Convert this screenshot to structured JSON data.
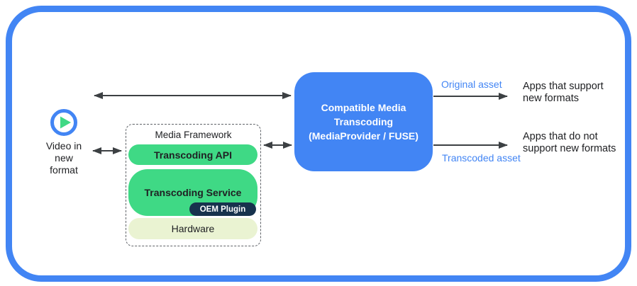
{
  "colors": {
    "frame_blue": "#4285F4",
    "android_green": "#3FD985",
    "hardware_pale": "#EAF3D2",
    "plugin_navy": "#17324D",
    "asset_text_blue": "#4285F4",
    "arrow_gray": "#3C4043"
  },
  "source": {
    "icon": "play-icon",
    "label": "Video in\nnew\nformat"
  },
  "media_framework": {
    "title": "Media Framework",
    "api_label": "Transcoding API",
    "service_label": "Transcoding Service",
    "plugin_label": "OEM Plugin",
    "hardware_label": "Hardware"
  },
  "transcoder": {
    "label": "Compatible Media\nTranscoding\n(MediaProvider / FUSE)"
  },
  "outputs": {
    "original": {
      "asset_label": "Original asset",
      "target_label": "Apps that support\nnew formats"
    },
    "transcoded": {
      "asset_label": "Transcoded asset",
      "target_label": "Apps that do not\nsupport new formats"
    }
  }
}
